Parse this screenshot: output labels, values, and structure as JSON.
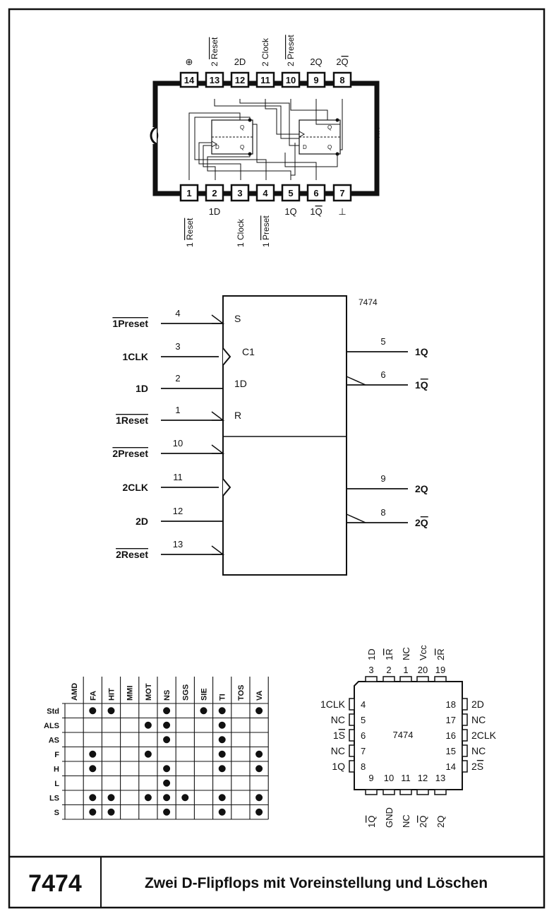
{
  "chip": {
    "number": "7474",
    "title": "Zwei D-Flipflops mit Voreinstellung und Löschen"
  },
  "dip": {
    "top_pins": [
      {
        "num": "14",
        "label": "⊕",
        "overline": ""
      },
      {
        "num": "13",
        "label": "2 ",
        "overline": "Reset"
      },
      {
        "num": "12",
        "label": "2D",
        "overline": ""
      },
      {
        "num": "11",
        "label": "2 Clock",
        "overline": ""
      },
      {
        "num": "10",
        "label": "2 ",
        "overline": "Preset"
      },
      {
        "num": "9",
        "label": "2Q",
        "overline": ""
      },
      {
        "num": "8",
        "label": "2",
        "overline": "Q"
      }
    ],
    "bottom_pins": [
      {
        "num": "1",
        "label": "1 ",
        "overline": "Reset"
      },
      {
        "num": "2",
        "label": "1D",
        "overline": ""
      },
      {
        "num": "3",
        "label": "1 Clock",
        "overline": ""
      },
      {
        "num": "4",
        "label": "1 ",
        "overline": "Preset"
      },
      {
        "num": "5",
        "label": "1Q",
        "overline": ""
      },
      {
        "num": "6",
        "label": "1",
        "overline": "Q"
      },
      {
        "num": "7",
        "label": "⊥",
        "overline": ""
      }
    ],
    "ff_q": "Q",
    "ff_d": "D",
    "side_text": "7474"
  },
  "logic": {
    "name": "7474",
    "inputs": [
      {
        "pin": "4",
        "name": "1Preset",
        "inner": "S",
        "neg": true,
        "clock": false
      },
      {
        "pin": "3",
        "name": "1CLK",
        "inner": "C1",
        "neg": false,
        "clock": true
      },
      {
        "pin": "2",
        "name": "1D",
        "inner": "1D",
        "neg": false,
        "clock": false
      },
      {
        "pin": "1",
        "name": "1Reset",
        "inner": "R",
        "neg": true,
        "clock": false
      },
      {
        "pin": "10",
        "name": "2Preset",
        "inner": "",
        "neg": true,
        "clock": false
      },
      {
        "pin": "11",
        "name": "2CLK",
        "inner": "",
        "neg": false,
        "clock": true
      },
      {
        "pin": "12",
        "name": "2D",
        "inner": "",
        "neg": false,
        "clock": false
      },
      {
        "pin": "13",
        "name": "2Reset",
        "inner": "",
        "neg": true,
        "clock": false
      }
    ],
    "outputs": [
      {
        "pin": "5",
        "prefix": "1",
        "letter": "Q",
        "neg": false
      },
      {
        "pin": "6",
        "prefix": "1",
        "letter": "Q",
        "neg": true
      },
      {
        "pin": "9",
        "prefix": "2",
        "letter": "Q",
        "neg": false
      },
      {
        "pin": "8",
        "prefix": "2",
        "letter": "Q",
        "neg": true
      }
    ]
  },
  "vendors": {
    "manufacturers": [
      "AMD",
      "FA",
      "HIT",
      "MMI",
      "MOT",
      "NS",
      "SGS",
      "SIE",
      "TI",
      "TOS",
      "VA"
    ],
    "families": [
      "Std",
      "ALS",
      "AS",
      "F",
      "H",
      "L",
      "LS",
      "S"
    ],
    "dots": [
      [
        0,
        1,
        1,
        0,
        0,
        1,
        0,
        1,
        1,
        0,
        1
      ],
      [
        0,
        0,
        0,
        0,
        1,
        1,
        0,
        0,
        1,
        0,
        0
      ],
      [
        0,
        0,
        0,
        0,
        0,
        1,
        0,
        0,
        1,
        0,
        0
      ],
      [
        0,
        1,
        0,
        0,
        1,
        0,
        0,
        0,
        1,
        0,
        1
      ],
      [
        0,
        1,
        0,
        0,
        0,
        1,
        0,
        0,
        1,
        0,
        1
      ],
      [
        0,
        0,
        0,
        0,
        0,
        1,
        0,
        0,
        0,
        0,
        0
      ],
      [
        0,
        1,
        1,
        0,
        1,
        1,
        1,
        0,
        1,
        0,
        1
      ],
      [
        0,
        1,
        1,
        0,
        0,
        1,
        0,
        0,
        1,
        0,
        1
      ]
    ]
  },
  "plcc": {
    "center": "7474",
    "top": [
      {
        "num": "3",
        "label": "1D",
        "overline": ""
      },
      {
        "num": "2",
        "label": "1",
        "overline": "R"
      },
      {
        "num": "1",
        "label": "NC",
        "overline": ""
      },
      {
        "num": "20",
        "label": "Vcc",
        "overline": ""
      },
      {
        "num": "19",
        "label": "2",
        "overline": "R"
      }
    ],
    "left": [
      {
        "num": "4",
        "label": "1CLK",
        "overline": ""
      },
      {
        "num": "5",
        "label": "NC",
        "overline": ""
      },
      {
        "num": "6",
        "label": "1",
        "overline": "S"
      },
      {
        "num": "7",
        "label": "NC",
        "overline": ""
      },
      {
        "num": "8",
        "label": "1Q",
        "overline": ""
      }
    ],
    "right": [
      {
        "num": "18",
        "label": "2D",
        "overline": ""
      },
      {
        "num": "17",
        "label": "NC",
        "overline": ""
      },
      {
        "num": "16",
        "label": "2CLK",
        "overline": ""
      },
      {
        "num": "15",
        "label": "NC",
        "overline": ""
      },
      {
        "num": "14",
        "label": "2",
        "overline": "S"
      }
    ],
    "bottom": [
      {
        "num": "9",
        "label": "1",
        "overline": "Q"
      },
      {
        "num": "10",
        "label": "GND",
        "overline": ""
      },
      {
        "num": "11",
        "label": "NC",
        "overline": ""
      },
      {
        "num": "12",
        "label": "2",
        "overline": "Q"
      },
      {
        "num": "13",
        "label": "2Q",
        "overline": ""
      }
    ]
  }
}
